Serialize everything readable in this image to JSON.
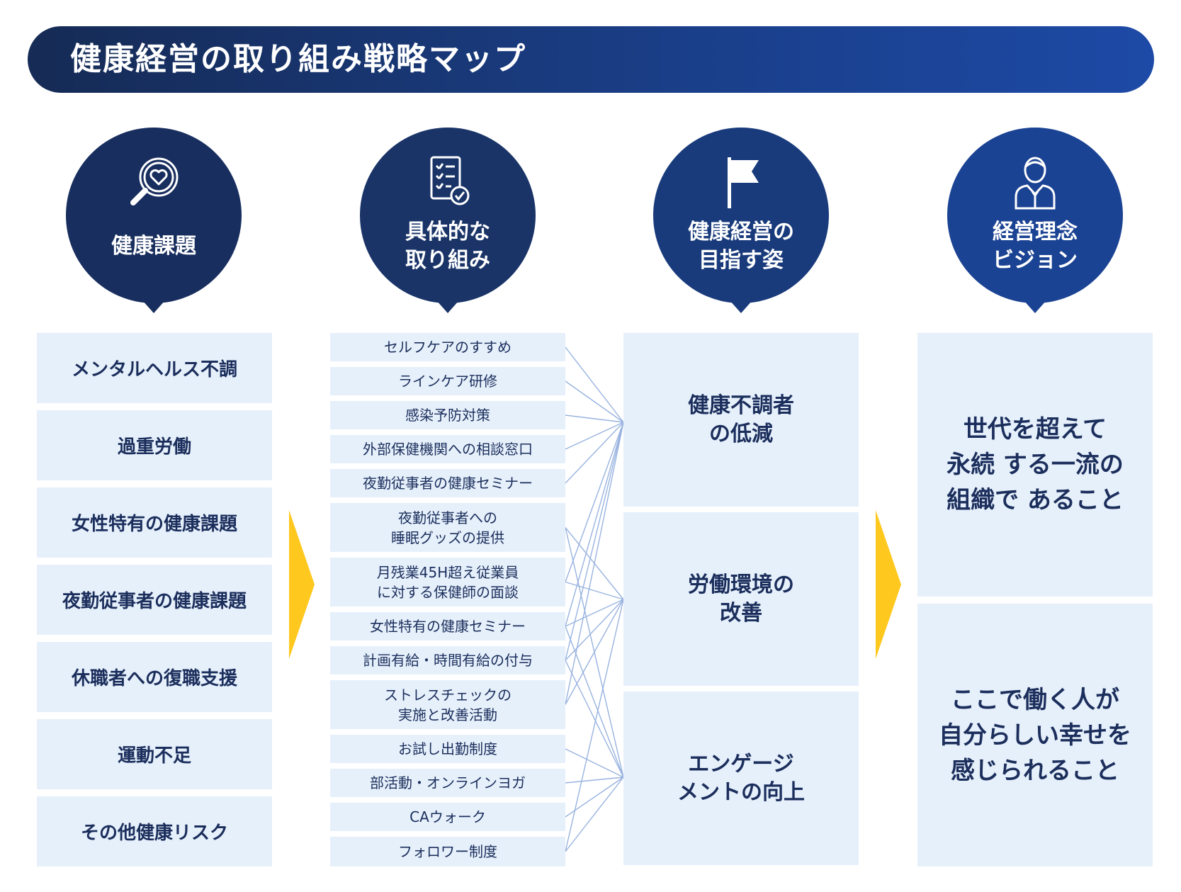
{
  "title": "健康経営の取り組み戦略マップ",
  "colors": {
    "navy": "#182e5e",
    "box_bg": "#e6f0fb",
    "arrow": "#ffc81e",
    "connector": "#98b3e0"
  },
  "columns": [
    {
      "header": [
        "健康課題"
      ],
      "icon": "heart-magnifier-icon"
    },
    {
      "header": [
        "具体的な",
        "取り組み"
      ],
      "icon": "checklist-icon"
    },
    {
      "header": [
        "健康経営の",
        "目指す姿"
      ],
      "icon": "flag-icon"
    },
    {
      "header": [
        "経営理念",
        "ビジョン"
      ],
      "icon": "businessperson-icon"
    }
  ],
  "health_issues": [
    "メンタルヘルス不調",
    "過重労働",
    "女性特有の健康課題",
    "夜勤従事者の健康課題",
    "休職者への復職支援",
    "運動不足",
    "その他健康リスク"
  ],
  "initiatives": [
    [
      "セルフケアのすすめ"
    ],
    [
      "ラインケア研修"
    ],
    [
      "感染予防対策"
    ],
    [
      "外部保健機関への相談窓口"
    ],
    [
      "夜勤従事者の健康セミナー"
    ],
    [
      "夜勤従事者への",
      "睡眠グッズの提供"
    ],
    [
      "月残業45H超え従業員",
      "に対する保健師の面談"
    ],
    [
      "女性特有の健康セミナー"
    ],
    [
      "計画有給・時間有給の付与"
    ],
    [
      "ストレスチェックの",
      "実施と改善活動"
    ],
    [
      "お試し出勤制度"
    ],
    [
      "部活動・オンラインヨガ"
    ],
    [
      "CAウォーク"
    ],
    [
      "フォロワー制度"
    ]
  ],
  "goals": [
    [
      "健康不調者",
      "の低減"
    ],
    [
      "労働環境の",
      "改善"
    ],
    [
      "エンゲージ",
      "メントの向上"
    ]
  ],
  "vision": [
    [
      "世代を超えて",
      "永続 する一流の",
      "組織で あること"
    ],
    [
      "ここで働く人が",
      "自分らしい幸せを",
      "感じられること"
    ]
  ]
}
